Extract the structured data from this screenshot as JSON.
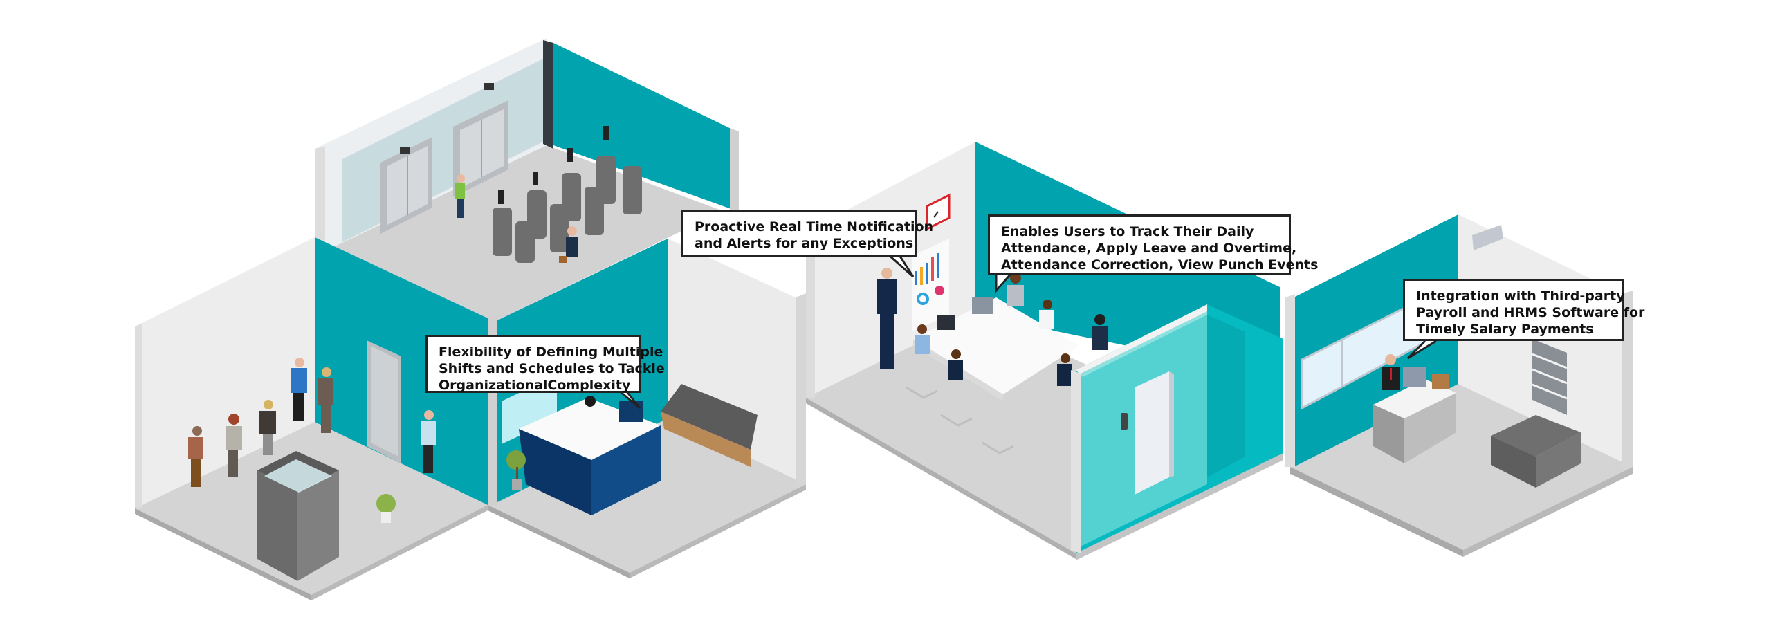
{
  "scene": {
    "description": "Isometric office building cutaway with attendance features",
    "colors": {
      "teal_wall": "#00A3AE",
      "teal_light": "#0BC2C8",
      "teal_glass": "#6FDAD8",
      "white_wall": "#EEEEEE",
      "floor": "#D4D4D4",
      "floor_edge": "#A9A9A9",
      "wall_edge": "#C8C8C8",
      "desk_navy": "#0D3E73",
      "callout_border": "#222222"
    },
    "rooms": [
      {
        "id": "lobby-turnstiles",
        "label": "Entrance lobby with elevators and turnstiles"
      },
      {
        "id": "security-entrance",
        "label": "Security entrance with guard booth"
      },
      {
        "id": "reception",
        "label": "Reception desk and waiting sofa"
      },
      {
        "id": "meeting-room",
        "label": "Conference room with presentation"
      },
      {
        "id": "glass-corridor",
        "label": "Glass corridor with access door"
      },
      {
        "id": "manager-office",
        "label": "Manager office with desk"
      }
    ]
  },
  "callouts": [
    {
      "id": "shifts",
      "lines": [
        "Flexibility of Defining Multiple",
        "Shifts and Schedules to Tackle",
        "OrganizationalComplexity"
      ]
    },
    {
      "id": "notifications",
      "lines": [
        "Proactive Real Time Notification",
        "and Alerts for any Exceptions"
      ]
    },
    {
      "id": "self-service",
      "lines": [
        "Enables Users to Track Their Daily",
        "Attendance, Apply Leave and Overtime,",
        "Attendance Correction, View Punch Events"
      ]
    },
    {
      "id": "payroll",
      "lines": [
        "Integration with Third-party",
        "Payroll and HRMS Software for",
        "Timely Salary Payments"
      ]
    }
  ]
}
